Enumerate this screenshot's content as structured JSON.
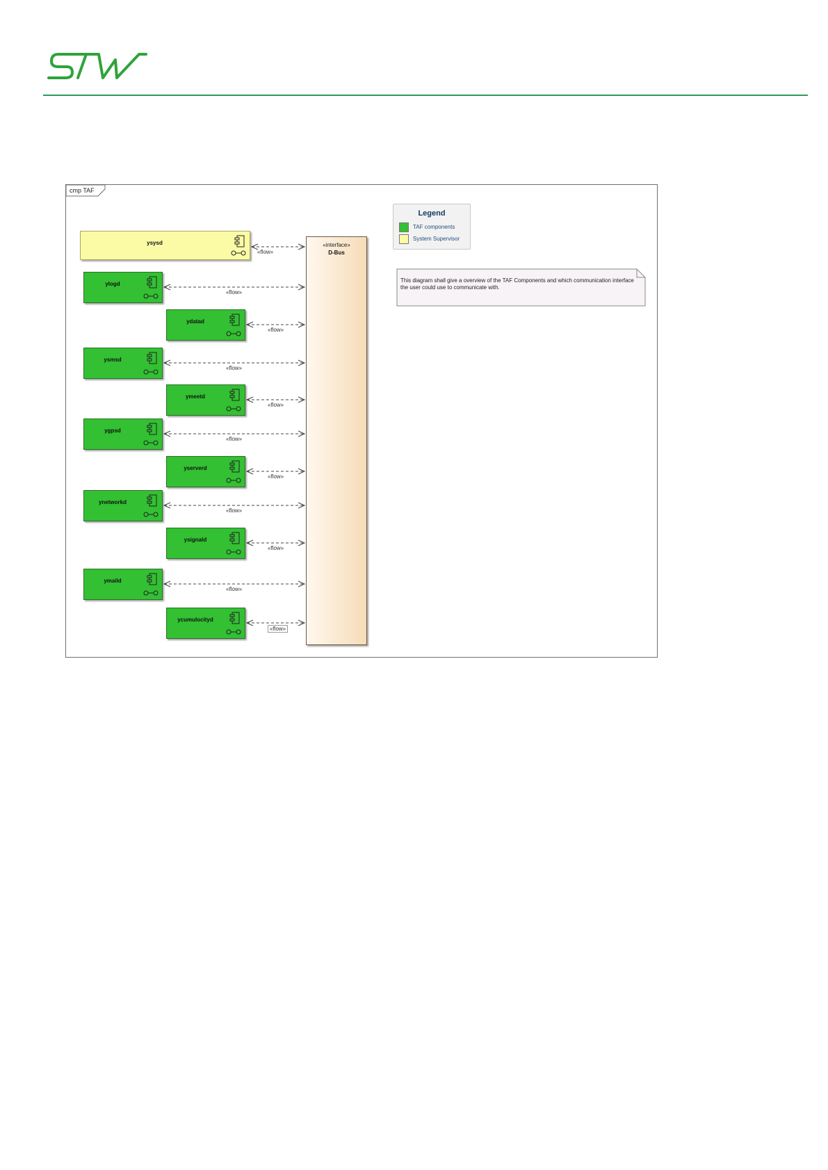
{
  "frame": {
    "label": "cmp TAF"
  },
  "legend": {
    "title": "Legend",
    "items": [
      {
        "label": "TAF components",
        "color": "#33c033"
      },
      {
        "label": "System Supervisor",
        "color": "#fbfba6"
      }
    ]
  },
  "note": {
    "text": "This diagram shall give a overview of the TAF Components and which communication interface the user could use to communicate with."
  },
  "interface": {
    "stereotype": "«interface»",
    "name": "D-Bus"
  },
  "flow_label": "«flow»",
  "components": [
    {
      "name": "ysysd",
      "category": "System Supervisor",
      "flow": "«flow»"
    },
    {
      "name": "ylogd",
      "category": "TAF components",
      "flow": "«flow»"
    },
    {
      "name": "ydatad",
      "category": "TAF components",
      "flow": "«flow»"
    },
    {
      "name": "ysmsd",
      "category": "TAF components",
      "flow": "«flow»"
    },
    {
      "name": "ymeetd",
      "category": "TAF components",
      "flow": "«flow»"
    },
    {
      "name": "ygpsd",
      "category": "TAF components",
      "flow": "«flow»"
    },
    {
      "name": "yserverd",
      "category": "TAF components",
      "flow": "«flow»"
    },
    {
      "name": "ynetworkd",
      "category": "TAF components",
      "flow": "«flow»"
    },
    {
      "name": "ysignald",
      "category": "TAF components",
      "flow": "«flow»"
    },
    {
      "name": "ymaild",
      "category": "TAF components",
      "flow": "«flow»"
    },
    {
      "name": "ycumulocityd",
      "category": "TAF components",
      "flow": "«flow»"
    }
  ]
}
